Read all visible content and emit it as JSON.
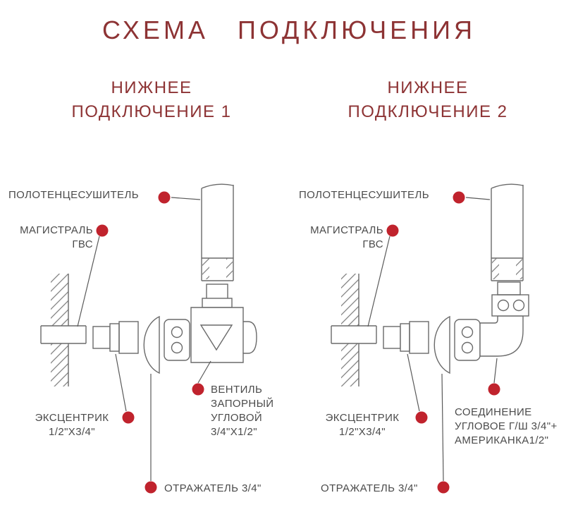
{
  "title": "СХЕМА ПОДКЛЮЧЕНИЯ",
  "colors": {
    "title": "#8d3334",
    "accent": "#c0232d",
    "label": "#4b4b4b",
    "line": "#6a6a6a"
  },
  "left": {
    "heading": "НИЖНЕЕ\nПОДКЛЮЧЕНИЕ 1",
    "towel_rail": "ПОЛОТЕНЦЕСУШИТЕЛЬ",
    "hot_water_main": "МАГИСТРАЛЬ\nГВС",
    "eccentric": "ЭКСЦЕНТРИК\n1/2\"X3/4\"",
    "valve": "ВЕНТИЛЬ\nЗАПОРНЫЙ\nУГЛОВОЙ\n3/4\"X1/2\"",
    "reflector": "ОТРАЖАТЕЛЬ 3/4\""
  },
  "right": {
    "heading": "НИЖНЕЕ\nПОДКЛЮЧЕНИЕ 2",
    "towel_rail": "ПОЛОТЕНЦЕСУШИТЕЛЬ",
    "hot_water_main": "МАГИСТРАЛЬ\nГВС",
    "eccentric": "ЭКСЦЕНТРИК\n1/2\"X3/4\"",
    "corner_fitting": "СОЕДИНЕНИЕ\nУГЛОВОЕ Г/Ш 3/4\"+\nАМЕРИКАНКА1/2\"",
    "reflector": "ОТРАЖАТЕЛЬ 3/4\""
  }
}
